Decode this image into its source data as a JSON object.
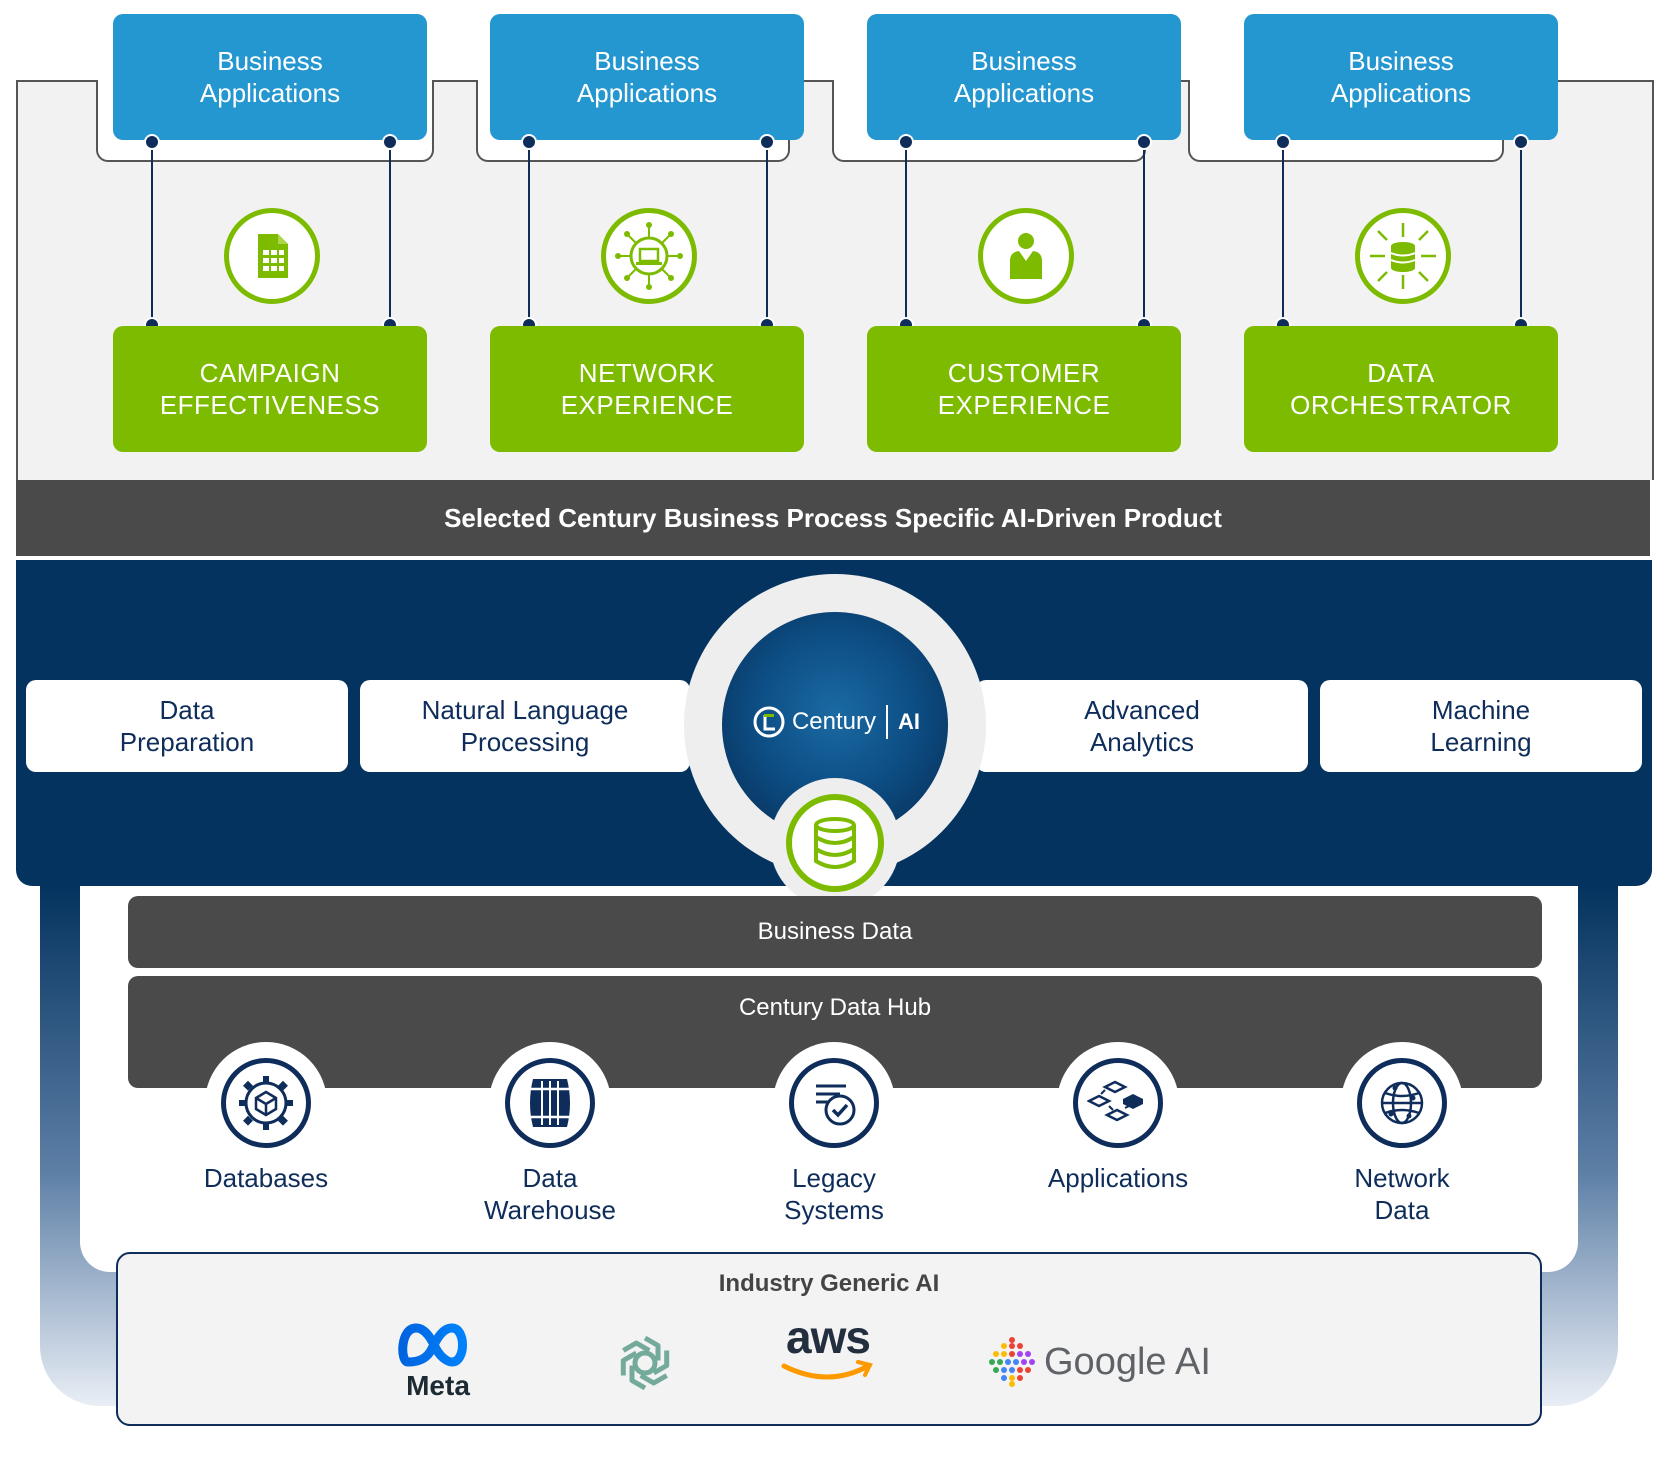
{
  "top": {
    "business_apps": [
      "Business\nApplications",
      "Business\nApplications",
      "Business\nApplications",
      "Business\nApplications"
    ],
    "products": [
      {
        "label": "CAMPAIGN\nEFFECTIVENESS",
        "icon": "document-report-icon"
      },
      {
        "label": "NETWORK\nEXPERIENCE",
        "icon": "laptop-network-icon"
      },
      {
        "label": "CUSTOMER\nEXPERIENCE",
        "icon": "person-icon"
      },
      {
        "label": "DATA\nORCHESTRATOR",
        "icon": "database-hub-icon"
      }
    ]
  },
  "selected_bar": "Selected Century Business Process Specific AI-Driven Product",
  "core": {
    "capabilities": [
      "Data\nPreparation",
      "Natural Language\nProcessing",
      "Advanced\nAnalytics",
      "Machine\nLearning"
    ],
    "logo_brand": "Century",
    "logo_ai": "AI"
  },
  "data_layer": {
    "business_data": "Business Data",
    "hub_title": "Century Data Hub",
    "sources": [
      {
        "label": "Databases",
        "icon": "database-cube-icon"
      },
      {
        "label": "Data\nWarehouse",
        "icon": "barrel-icon"
      },
      {
        "label": "Legacy\nSystems",
        "icon": "checklist-icon"
      },
      {
        "label": "Applications",
        "icon": "app-blocks-icon"
      },
      {
        "label": "Network\nData",
        "icon": "globe-icon"
      }
    ]
  },
  "generic_ai": {
    "title": "Industry Generic AI",
    "logos": [
      "Meta",
      "OpenAI",
      "aws",
      "Google AI"
    ]
  },
  "colors": {
    "business_blue": "#2496d0",
    "product_green": "#7dbb00",
    "navy": "#04335f",
    "dark_gray": "#4a4a4a"
  }
}
